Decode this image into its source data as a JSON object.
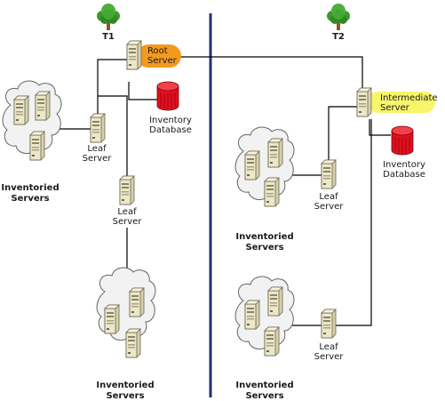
{
  "trees": [
    {
      "id": "t1",
      "label": "T1"
    },
    {
      "id": "t2",
      "label": "T2"
    }
  ],
  "root_server": {
    "line1": "Root",
    "line2": "Server",
    "color": "#f39a1e"
  },
  "intermediate_server": {
    "line1": "Intermediate",
    "line2": "Server",
    "color": "#f8f56a"
  },
  "inventory_database_t1": {
    "line1": "Inventory",
    "line2": "Database"
  },
  "inventory_database_t2": {
    "line1": "Inventory",
    "line2": "Database"
  },
  "leaf_servers": [
    {
      "line1": "Leaf",
      "line2": "Server"
    },
    {
      "line1": "Leaf",
      "line2": "Server"
    },
    {
      "line1": "Leaf",
      "line2": "Server"
    },
    {
      "line1": "Leaf",
      "line2": "Server"
    }
  ],
  "inventoried_servers": [
    {
      "line1": "Inventoried",
      "line2": "Servers"
    },
    {
      "line1": "Inventoried",
      "line2": "Servers"
    },
    {
      "line1": "Inventoried",
      "line2": "Servers"
    },
    {
      "line1": "Inventoried",
      "line2": "Servers"
    }
  ],
  "colors": {
    "divider": "#2a2f6e",
    "database": "#e0101e",
    "server_body": "#ece7c8",
    "tree_leaves": "#3a9a2a"
  }
}
